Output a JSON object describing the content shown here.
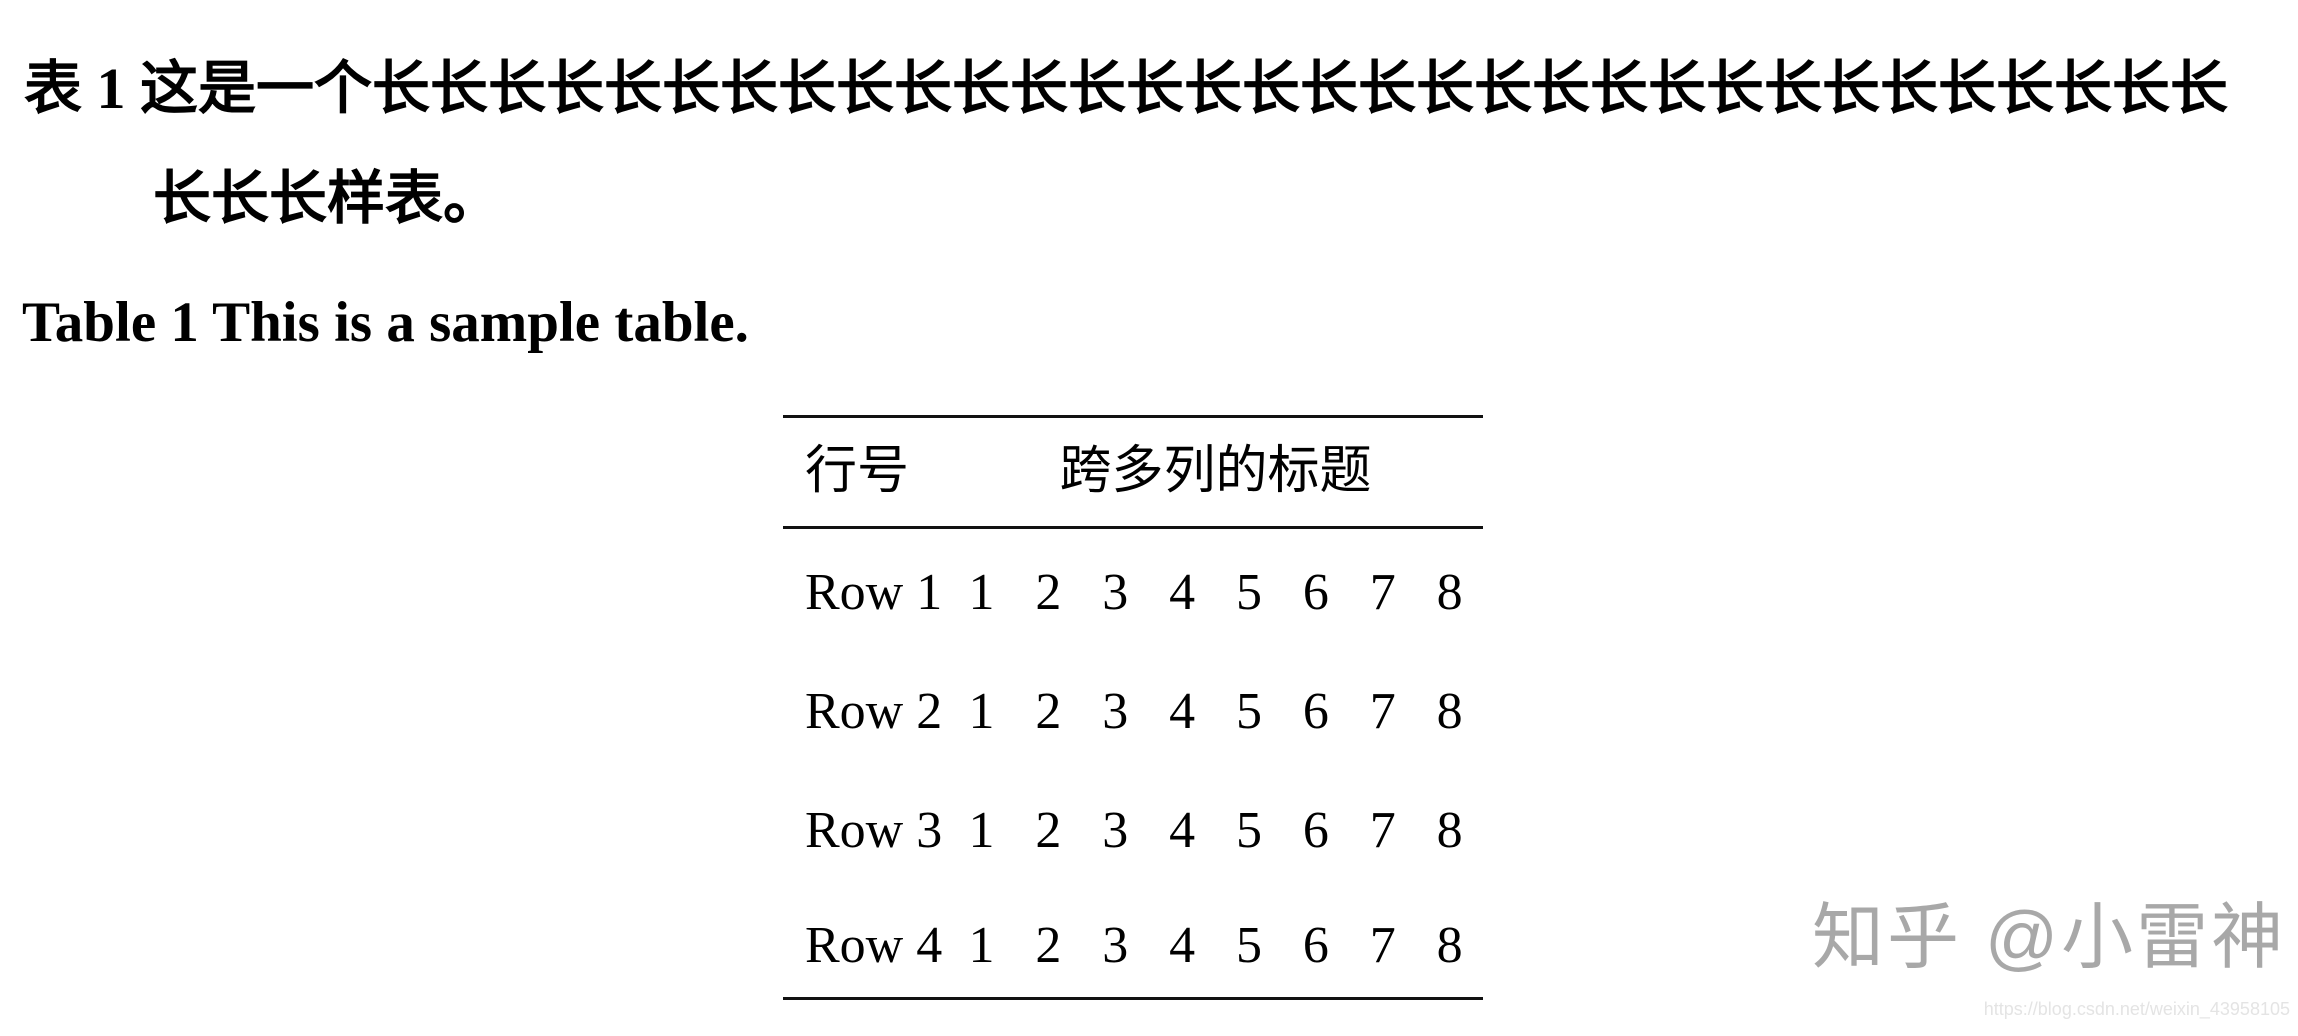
{
  "colors": {
    "background": "#ffffff",
    "ink": "#000000",
    "rule": "#111111",
    "watermark": "#a8a8a8",
    "url": "#e4e4e4"
  },
  "caption_zh": {
    "line1": "表 1 这是一个长长长长长长长长长长长长长长长长长长长长长长长长长长长长长长长长",
    "line2": "长长长样表。"
  },
  "caption_en": "Table 1 This is a sample table.",
  "table": {
    "header": {
      "row_label": "行号",
      "span_label": "跨多列的标题"
    },
    "rows": [
      {
        "label": "Row 1",
        "values": [
          "1",
          "2",
          "3",
          "4",
          "5",
          "6",
          "7",
          "8"
        ]
      },
      {
        "label": "Row 2",
        "values": [
          "1",
          "2",
          "3",
          "4",
          "5",
          "6",
          "7",
          "8"
        ]
      },
      {
        "label": "Row 3",
        "values": [
          "1",
          "2",
          "3",
          "4",
          "5",
          "6",
          "7",
          "8"
        ]
      },
      {
        "label": "Row 4",
        "values": [
          "1",
          "2",
          "3",
          "4",
          "5",
          "6",
          "7",
          "8"
        ]
      }
    ]
  },
  "watermark": "知乎 @小雷神",
  "source_url": "https://blog.csdn.net/weixin_43958105"
}
